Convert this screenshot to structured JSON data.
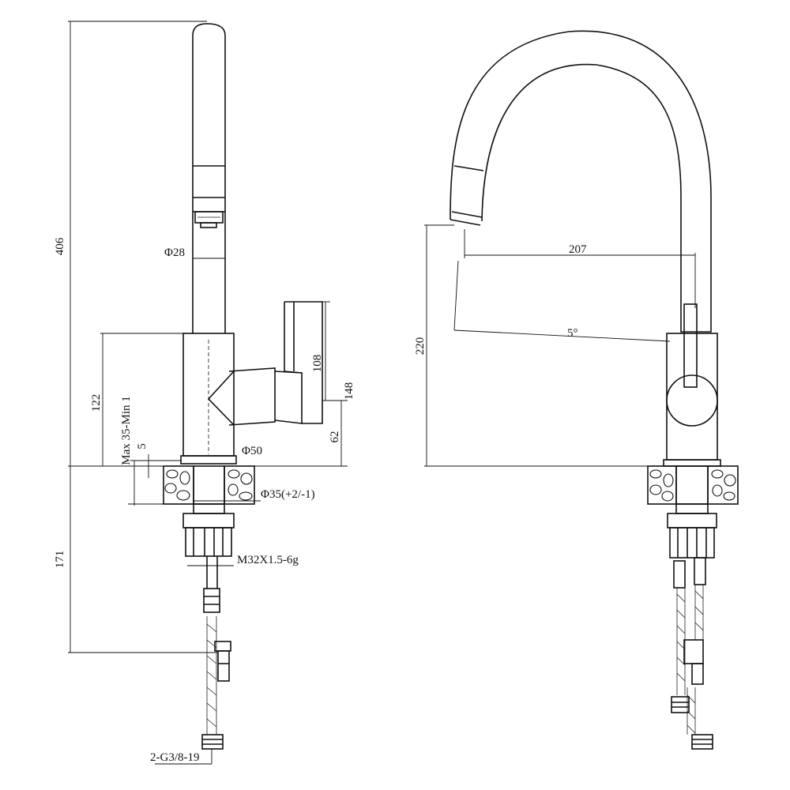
{
  "left_view": {
    "height_total": "406",
    "spout_diameter": "Φ28",
    "body_height": "122",
    "deck_thickness": "Max 35-Min 1",
    "gap": "5",
    "base_diameter": "Φ50",
    "hole_diameter": "Φ35(+2/-1)",
    "handle_height": "108",
    "handle_top": "148",
    "handle_bottom": "62",
    "below_deck": "171",
    "thread": "M32X1.5-6g",
    "hose_connection": "2-G3/8-19"
  },
  "right_view": {
    "reach": "207",
    "spout_height": "220",
    "angle": "5°"
  }
}
